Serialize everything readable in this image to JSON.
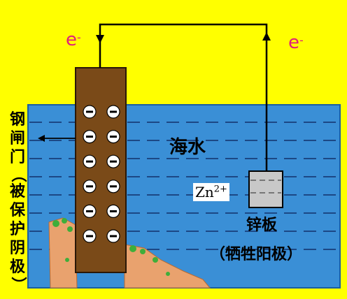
{
  "labels": {
    "electron_left": "e",
    "electron_right": "e",
    "electron_sup": "-",
    "seawater": "海水",
    "zinc_plate": "锌板",
    "sacrificial_anode": "（牺牲阳极）",
    "zinc_ion": "Zn",
    "zinc_ion_charge": "2+",
    "gate_label": "钢闸门（被保护阴极）",
    "gate_chars": [
      "钢",
      "闸",
      "门"
    ],
    "gate_paren_open": "（",
    "gate_chars2": [
      "被",
      "保",
      "护",
      "阴",
      "极"
    ],
    "gate_paren_close": "）"
  },
  "electron_count": 12,
  "colors": {
    "background": "#ffff00",
    "water": "#3a8fd6",
    "gate": "#7a4a18",
    "zinc": "#c8c8c8",
    "electron_text": "#e0207a",
    "rock": "#e9a26e"
  }
}
